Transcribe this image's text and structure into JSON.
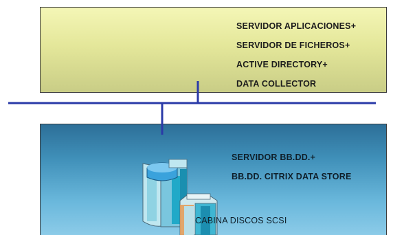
{
  "top_server": {
    "lines": [
      "SERVIDOR APLICACIONES+",
      "SERVIDOR DE FICHEROS+",
      "ACTIVE DIRECTORY+",
      "DATA COLLECTOR"
    ]
  },
  "db_server": {
    "lines": [
      "SERVIDOR BB.DD.+",
      "BB.DD. CITRIX DATA STORE"
    ]
  },
  "storage": {
    "label": "CABINA DISCOS SCSI"
  },
  "colors": {
    "top_box": "#e4e79a",
    "bottom_box": "#3f8fb8",
    "network_line": "#2a3aa8"
  },
  "icons": [
    "server-tower-icon",
    "disk-cabinet-icon"
  ]
}
